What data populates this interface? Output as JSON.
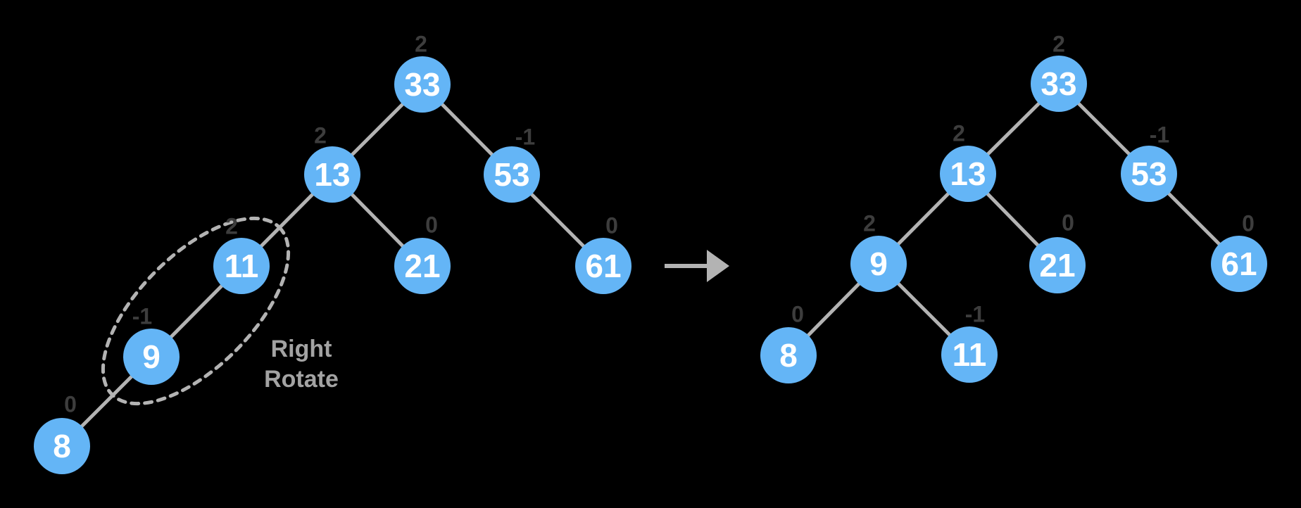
{
  "colors": {
    "background": "#000000",
    "node_fill": "#64b5f6",
    "node_text": "#ffffff",
    "edge": "#b3b3b3",
    "balance_text": "#3d3d3d",
    "annotation_text": "#a3a3a3"
  },
  "annotation": {
    "line1": "Right",
    "line2": "Rotate"
  },
  "left_tree": {
    "nodes": [
      {
        "value": "33",
        "balance": "2"
      },
      {
        "value": "13",
        "balance": "2"
      },
      {
        "value": "53",
        "balance": "-1"
      },
      {
        "value": "11",
        "balance": "2"
      },
      {
        "value": "21",
        "balance": "0"
      },
      {
        "value": "61",
        "balance": "0"
      },
      {
        "value": "9",
        "balance": "-1"
      },
      {
        "value": "8",
        "balance": "0"
      }
    ]
  },
  "right_tree": {
    "nodes": [
      {
        "value": "33",
        "balance": "2"
      },
      {
        "value": "13",
        "balance": "2"
      },
      {
        "value": "53",
        "balance": "-1"
      },
      {
        "value": "9",
        "balance": "2"
      },
      {
        "value": "21",
        "balance": "0"
      },
      {
        "value": "61",
        "balance": "0"
      },
      {
        "value": "8",
        "balance": "0"
      },
      {
        "value": "11",
        "balance": "-1"
      }
    ]
  }
}
